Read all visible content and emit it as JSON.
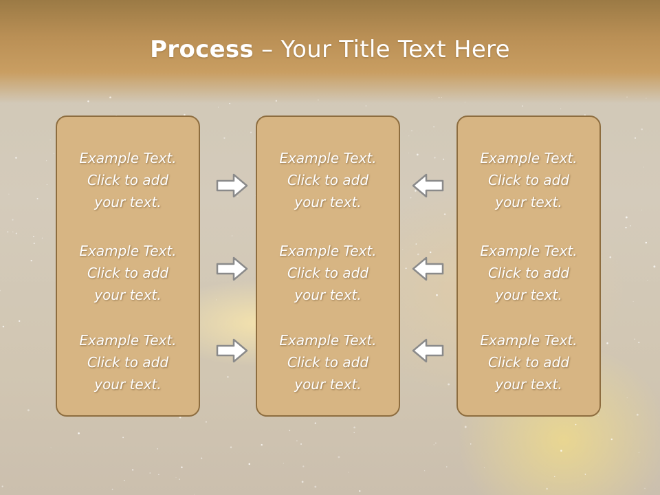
{
  "slide": {
    "title_bold": "Process",
    "title_rest": " – Your Title Text Here"
  },
  "columns": [
    {
      "items": [
        {
          "line1": "Example Text.",
          "line2": "Click  to add",
          "line3": "your text."
        },
        {
          "line1": "Example Text.",
          "line2": "Click  to add",
          "line3": "your text."
        },
        {
          "line1": "Example Text.",
          "line2": "Click  to add",
          "line3": "your text."
        }
      ]
    },
    {
      "items": [
        {
          "line1": "Example Text.",
          "line2": "Click  to add",
          "line3": "your text."
        },
        {
          "line1": "Example Text.",
          "line2": "Click  to add",
          "line3": "your text."
        },
        {
          "line1": "Example Text.",
          "line2": "Click  to add",
          "line3": "your text."
        }
      ]
    },
    {
      "items": [
        {
          "line1": "Example Text.",
          "line2": "Click  to add",
          "line3": "your text."
        },
        {
          "line1": "Example Text.",
          "line2": "Click  to add",
          "line3": "your text."
        },
        {
          "line1": "Example Text.",
          "line2": "Click  to add",
          "line3": "your text."
        }
      ]
    }
  ],
  "arrows": {
    "left_group_direction": "right",
    "right_group_direction": "left",
    "icon": "outline-arrow-icon"
  },
  "colors": {
    "panel_fill": "#d7b583",
    "panel_border": "#8d6d3f",
    "title_bar": "#b98f55",
    "text": "#ffffff"
  }
}
